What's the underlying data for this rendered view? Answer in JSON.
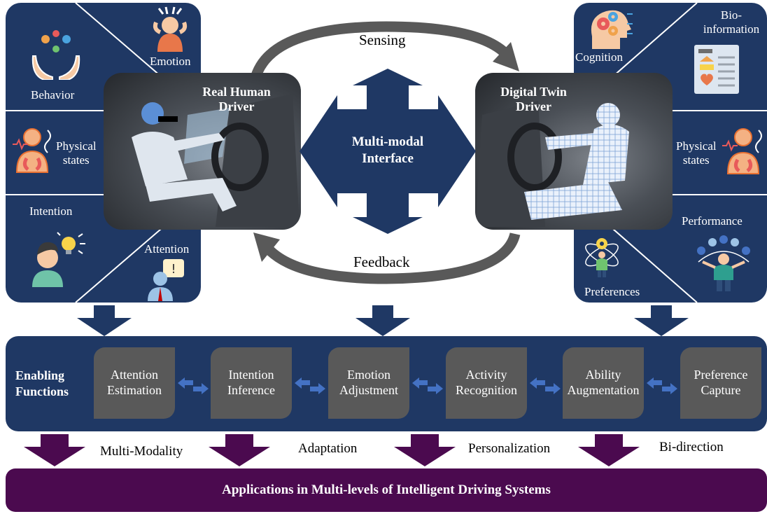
{
  "left_panel": {
    "behavior": "Behavior",
    "emotion": "Emotion",
    "physical_states": "Physical\nstates",
    "intention": "Intention",
    "attention": "Attention"
  },
  "right_panel": {
    "cognition": "Cognition",
    "bio_information": "Bio-\ninformation",
    "physical_states": "Physical\nstates",
    "performance": "Performance",
    "preferences": "Preferences"
  },
  "center": {
    "real_driver_title": "Real Human\nDriver",
    "digital_twin_title": "Digital Twin\nDriver",
    "interface_title": "Multi-modal\nInterface",
    "sensing": "Sensing",
    "feedback": "Feedback"
  },
  "enabling": {
    "title": "Enabling\nFunctions",
    "functions": [
      "Attention\nEstimation",
      "Intention\nInference",
      "Emotion\nAdjustment",
      "Activity\nRecognition",
      "Ability\nAugmentation",
      "Preference\nCapture"
    ]
  },
  "properties": [
    "Multi-Modality",
    "Adaptation",
    "Personalization",
    "Bi-direction"
  ],
  "application": "Applications in Multi-levels of Intelligent Driving Systems",
  "colors": {
    "navy": "#1f3864",
    "gray_box": "#595959",
    "purple": "#4b0a4f",
    "light_blue_arrow": "#4472c4"
  },
  "icons": [
    "juggling-hands-icon",
    "stressed-person-icon",
    "body-organs-icon",
    "idea-person-icon",
    "warning-person-icon",
    "brain-gears-icon",
    "bio-document-icon",
    "performance-person-icon",
    "preference-person-icon"
  ]
}
